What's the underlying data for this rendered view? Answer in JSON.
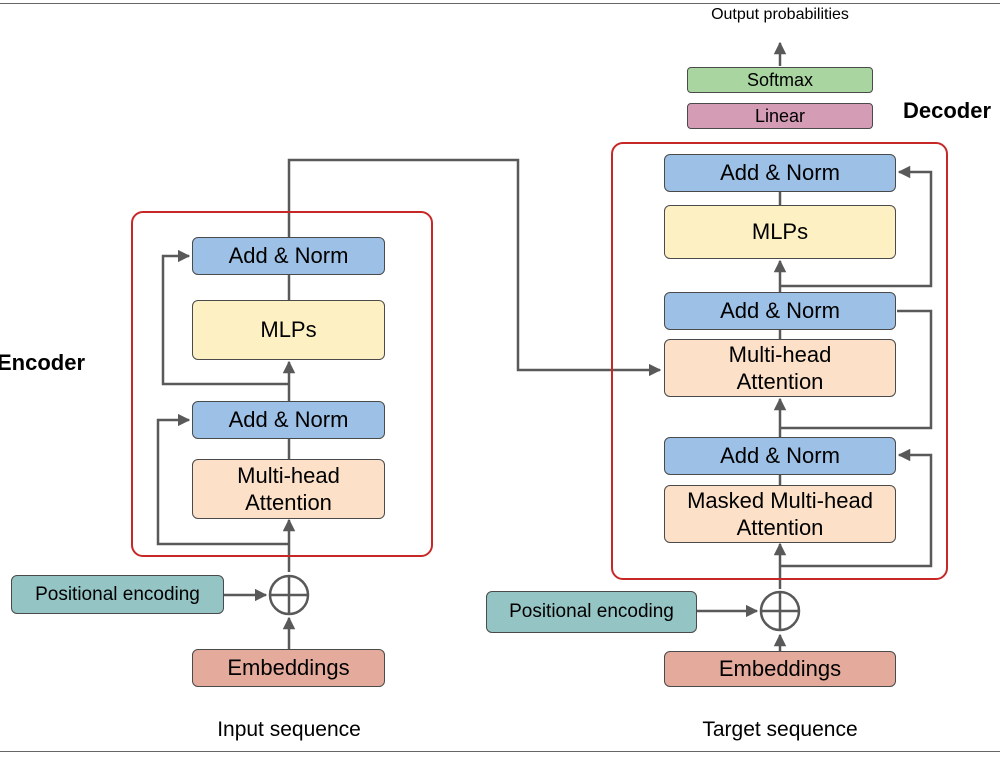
{
  "output_label": "Output probabilities",
  "decoder_head": {
    "softmax": "Softmax",
    "linear": "Linear"
  },
  "encoder": {
    "title": "Encoder",
    "add_norm": "Add & Norm",
    "mlps": "MLPs",
    "attention": "Multi-head\nAttention",
    "positional_encoding": "Positional encoding",
    "embeddings": "Embeddings",
    "input_label": "Input sequence"
  },
  "decoder": {
    "title": "Decoder",
    "add_norm": "Add & Norm",
    "mlps": "MLPs",
    "cross_attention": "Multi-head\nAttention",
    "masked_attention": "Masked Multi-head\nAttention",
    "positional_encoding": "Positional encoding",
    "embeddings": "Embeddings",
    "input_label": "Target sequence"
  },
  "colors": {
    "add_norm": "#9dc0e6",
    "mlps": "#fdf1c4",
    "attention": "#fce0c8",
    "embeddings": "#e4aa9c",
    "positional_encoding": "#95c4c4",
    "softmax": "#a8d5a0",
    "linear": "#d59db5",
    "block_frame": "#c62828",
    "wire": "#595959"
  }
}
